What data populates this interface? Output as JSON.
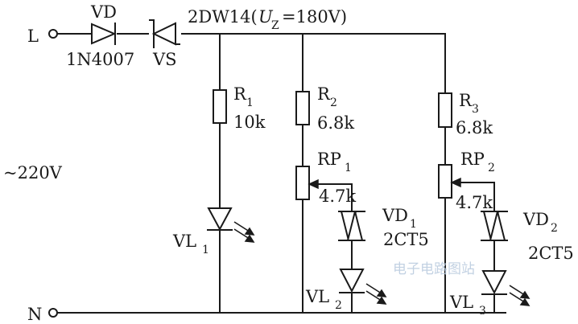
{
  "labels": {
    "terminal_l": "L",
    "terminal_n": "N",
    "supply": "~220V",
    "vd": "VD",
    "vd_part": "1N4007",
    "vs": "VS",
    "zener_part": "2DW14(",
    "zener_uz": "U",
    "zener_uz_sub": "Z",
    "zener_value": "=180V)",
    "r1": "R",
    "r1_sub": "1",
    "r1_value": "10k",
    "r2": "R",
    "r2_sub": "2",
    "r2_value": "6.8k",
    "r3": "R",
    "r3_sub": "3",
    "r3_value": "6.8k",
    "rp1": "RP",
    "rp1_sub": "1",
    "rp1_value": "4.7k",
    "rp2": "RP",
    "rp2_sub": "2",
    "rp2_value": "4.7k",
    "vd1": "VD",
    "vd1_sub": "1",
    "vd1_part": "2CT5",
    "vd2": "VD",
    "vd2_sub": "2",
    "vd2_part": "2CT5",
    "vl1": "VL",
    "vl1_sub": "1",
    "vl2": "VL",
    "vl2_sub": "2",
    "vl3": "VL",
    "vl3_sub": "3"
  },
  "watermark": "电子电路图站"
}
